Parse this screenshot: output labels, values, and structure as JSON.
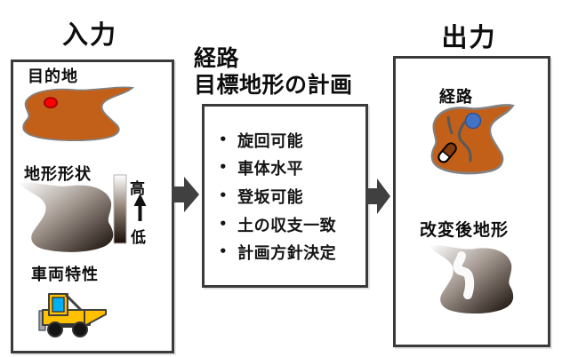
{
  "diagram": {
    "input": {
      "heading": "入力",
      "destination_label": "目的地",
      "terrain_label": "地形形状",
      "vehicle_label": "車両特性",
      "legend_high": "高",
      "legend_low": "低"
    },
    "plan": {
      "title_line1": "経路",
      "title_line2": "目標地形の計画",
      "bullet": "•",
      "items": [
        "旋回可能",
        "車体水平",
        "登坂可能",
        "土の収支一致",
        "計画方針決定"
      ]
    },
    "output": {
      "heading": "出力",
      "route_label": "経路",
      "modified_terrain_label": "改変後地形"
    },
    "colors": {
      "terrain_orange": "#C2601A",
      "blob_outline_gray": "#828282",
      "destination_marker_red": "#FF0000",
      "route_start_blue": "#4472C4",
      "route_line_gray": "#595959",
      "truck_yellow": "#FFC000",
      "truck_window_cyan": "#00B0F0",
      "flow_arrow_gray": "#404040",
      "box_border_gray": "#3a3a3a"
    }
  }
}
